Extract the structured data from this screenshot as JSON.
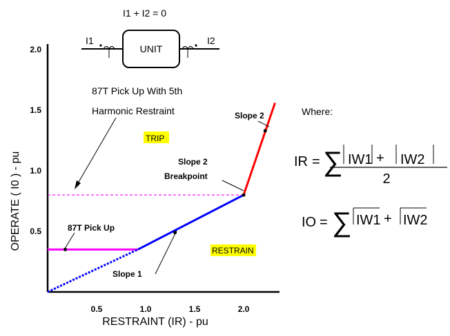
{
  "diagram": {
    "equation": "I1 + I2 = 0",
    "unit_label": "UNIT",
    "i1_label": "I1",
    "i2_label": "I2"
  },
  "chart_data": {
    "type": "line",
    "xlabel": "RESTRAINT (IR) - pu",
    "ylabel": "OPERATE ( I0 ) - pu",
    "xlim": [
      0,
      2.35
    ],
    "ylim": [
      0,
      2.05
    ],
    "xticks": [
      0.5,
      1.0,
      1.5,
      2.0
    ],
    "xtick_labels": [
      "0.5",
      "1.0",
      "1.5",
      "2.0"
    ],
    "yticks": [
      0.5,
      1.0,
      1.5,
      2.0
    ],
    "ytick_labels": [
      "0.5",
      "1.0",
      "1.5",
      "2.0"
    ],
    "grid": false,
    "series": [
      {
        "role": "pickup-line",
        "color": "#ff00ff",
        "style": "solid",
        "x": [
          0.0,
          0.92
        ],
        "y": [
          0.35,
          0.35
        ]
      },
      {
        "role": "slope1-extension",
        "color": "#0000ff",
        "style": "dotted",
        "x": [
          0.0,
          0.92
        ],
        "y": [
          0.0,
          0.35
        ]
      },
      {
        "role": "slope1",
        "color": "#0000ff",
        "style": "solid",
        "x": [
          0.92,
          2.0
        ],
        "y": [
          0.35,
          0.8
        ]
      },
      {
        "role": "slope2",
        "color": "#ff0000",
        "style": "solid",
        "x": [
          2.0,
          2.32
        ],
        "y": [
          0.8,
          1.56
        ]
      },
      {
        "role": "harmonic-pickup",
        "color": "#ff00ff",
        "style": "dashed",
        "x": [
          0.0,
          2.0
        ],
        "y": [
          0.8,
          0.8
        ]
      }
    ],
    "points": [
      {
        "x": 0.18,
        "y": 0.35
      },
      {
        "x": 1.3,
        "y": 0.49
      },
      {
        "x": 2.0,
        "y": 0.8
      },
      {
        "x": 2.22,
        "y": 1.33
      }
    ],
    "annotations": {
      "harmonic_line1": "87T Pick Up With 5th",
      "harmonic_line2": "Harmonic Restraint",
      "trip": "TRIP",
      "restrain": "RESTRAIN",
      "pickup": "87T Pick Up",
      "slope1": "Slope 1",
      "slope2": "Slope 2",
      "bp_line1": "Slope 2",
      "bp_line2": "Breakpoint"
    },
    "highlight_color": "#ffff00"
  },
  "formulas": {
    "where": "Where:",
    "ir_lhs": "IR",
    "ir_eq": "=",
    "ir_w1": "IW1",
    "ir_plus": "+",
    "ir_w2": "IW2",
    "ir_denominator": "2",
    "io_lhs": "IO",
    "io_eq": "=",
    "io_w1": "IW1",
    "io_plus": "+",
    "io_w2": "IW2"
  }
}
